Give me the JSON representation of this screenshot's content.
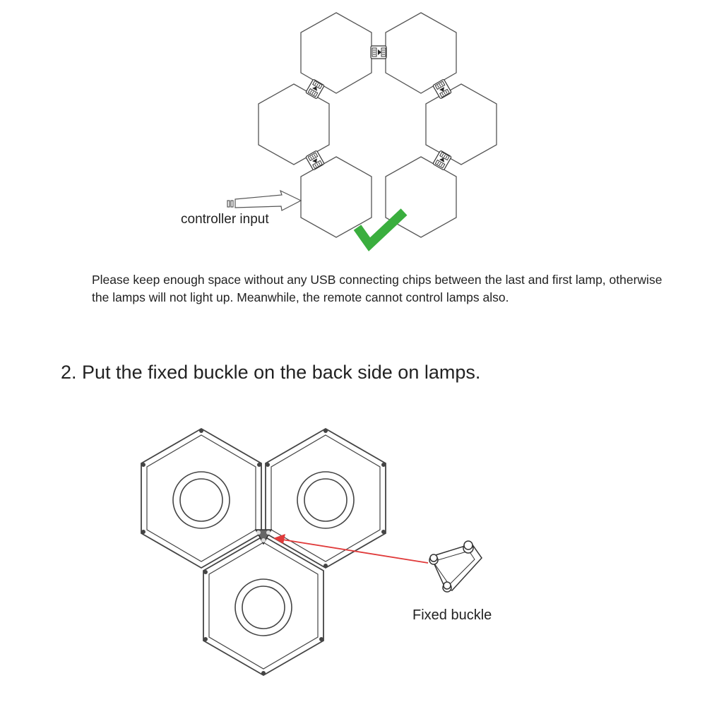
{
  "top_diagram": {
    "controller_label": "controller input"
  },
  "note_text": "Please keep enough space without any USB connecting chips between the last and first lamp, otherwise the lamps will not light up. Meanwhile, the remote cannot control lamps also.",
  "step2": {
    "title": "2. Put the fixed buckle on the back side on lamps.",
    "buckle_label": "Fixed buckle"
  },
  "colors": {
    "check": "#3aae3e",
    "arrow": "#e03a3a",
    "outline": "#555555"
  }
}
